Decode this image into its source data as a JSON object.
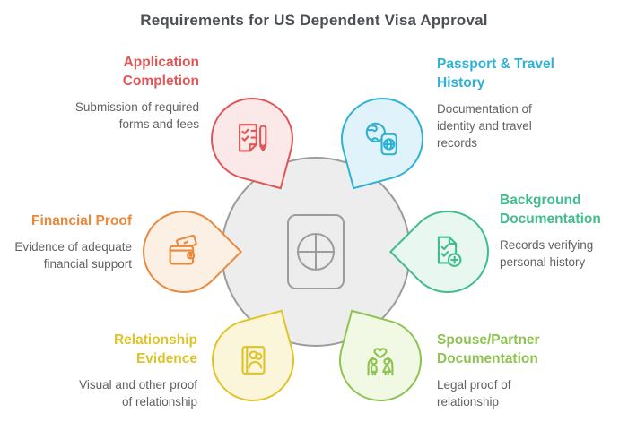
{
  "title": "Requirements for US Dependent Visa Approval",
  "center": {
    "icon": "passport-emblem-icon",
    "circle_fill": "#ededed",
    "outline": "#9c9c9c"
  },
  "items": [
    {
      "id": "application-completion",
      "heading": "Application\nCompletion",
      "description": "Submission of required\nforms and fees",
      "color": "#e05656",
      "fill": "#fbe9e9",
      "icon": "checklist-pen-icon",
      "position": "top-left"
    },
    {
      "id": "passport-travel-history",
      "heading": "Passport & Travel\nHistory",
      "description": "Documentation of\nidentity and travel\nrecords",
      "color": "#2fb0d5",
      "fill": "#e0f2fa",
      "icon": "globe-passport-icon",
      "position": "top-right"
    },
    {
      "id": "financial-proof",
      "heading": "Financial Proof",
      "description": "Evidence of adequate\nfinancial support",
      "color": "#e8893c",
      "fill": "#fcefe3",
      "icon": "wallet-money-icon",
      "position": "left"
    },
    {
      "id": "background-documentation",
      "heading": "Background\nDocumentation",
      "description": "Records verifying\npersonal history",
      "color": "#3fbd8d",
      "fill": "#e8f7f0",
      "icon": "document-plus-icon",
      "position": "right"
    },
    {
      "id": "relationship-evidence",
      "heading": "Relationship\nEvidence",
      "description": "Visual and other proof\nof relationship",
      "color": "#dfc32a",
      "fill": "#fbf6da",
      "icon": "photo-album-icon",
      "position": "bottom-left"
    },
    {
      "id": "spouse-partner-documentation",
      "heading": "Spouse/Partner\nDocumentation",
      "description": "Legal proof of\nrelationship",
      "color": "#8ec253",
      "fill": "#f1f8e3",
      "icon": "family-heart-icon",
      "position": "bottom-right"
    }
  ]
}
